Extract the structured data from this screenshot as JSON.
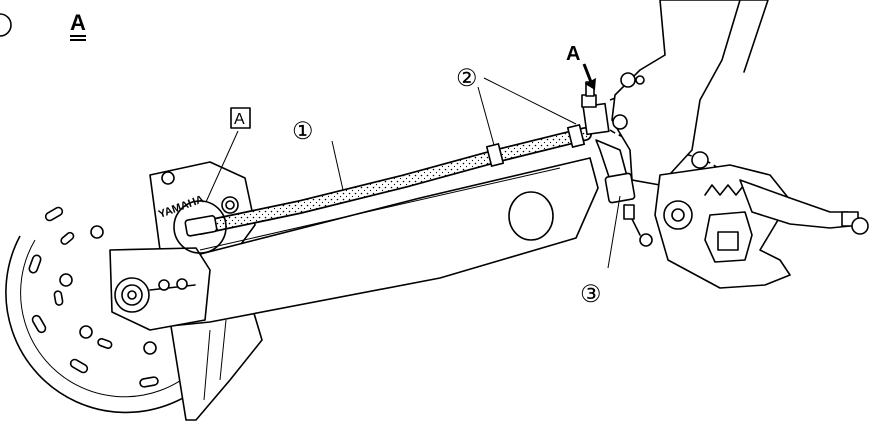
{
  "header": {
    "view_label": "A"
  },
  "callouts": {
    "view_arrow": "A",
    "view_box": "A",
    "part_1": "①",
    "part_2": "②",
    "part_3": "③"
  },
  "colors": {
    "ink": "#000000",
    "background": "#ffffff"
  }
}
